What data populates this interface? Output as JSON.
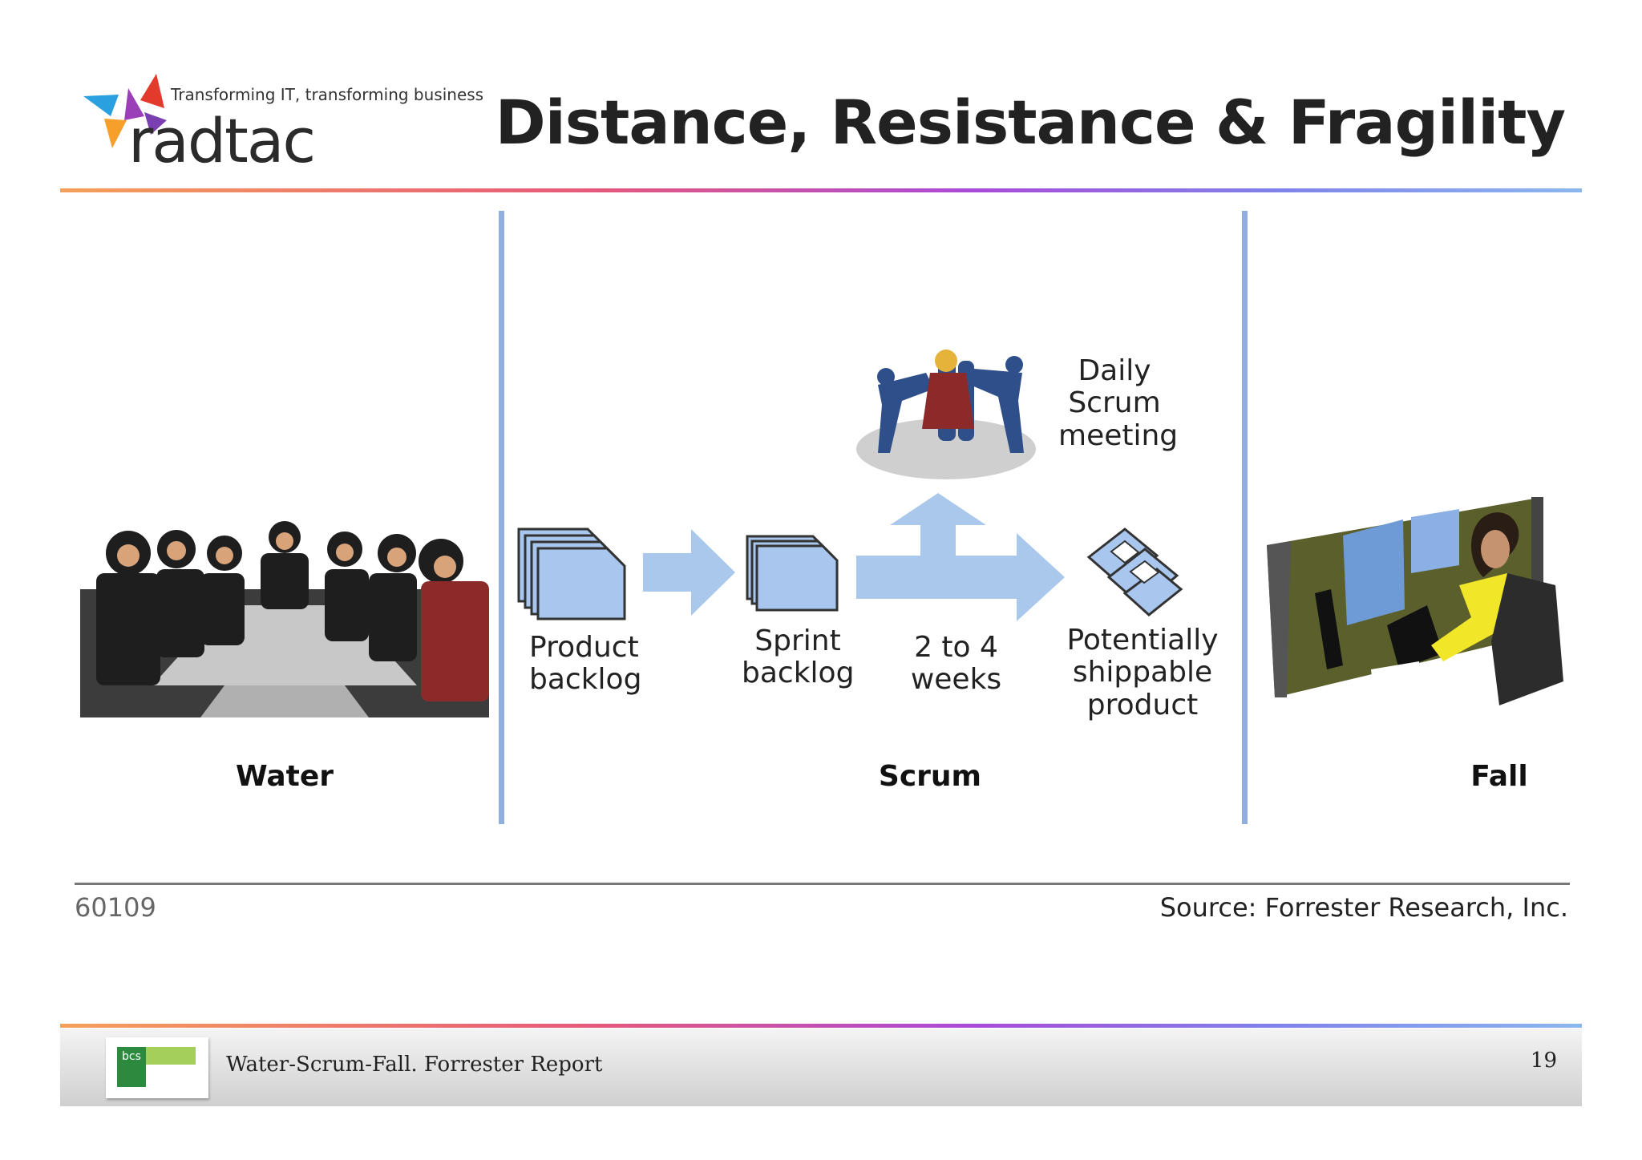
{
  "header": {
    "tagline": "Transforming IT, transforming business",
    "brand": "radtac",
    "title": "Distance, Resistance & Fragility"
  },
  "diagram": {
    "sections": {
      "water": "Water",
      "scrum": "Scrum",
      "fall": "Fall"
    },
    "labels": {
      "product_backlog": [
        "Product",
        "backlog"
      ],
      "sprint_backlog": [
        "Sprint",
        "backlog"
      ],
      "duration": "2 to 4 weeks",
      "daily_meeting": [
        "Daily",
        "Scrum",
        "meeting"
      ],
      "shippable": [
        "Potentially",
        "shippable",
        "product"
      ]
    },
    "figure_id": "60109",
    "source": "Source: Forrester Research, Inc."
  },
  "footer": {
    "badge_text": "bcs",
    "text": "Water-Scrum-Fall. Forrester Report",
    "page_number": "19"
  },
  "colors": {
    "accent_blue": "#8fb0de",
    "arrow_blue": "#a9c8ec",
    "doc_blue": "#a8c6ee"
  },
  "icons": [
    "logo-petals-icon",
    "meeting-room-illustration",
    "documents-icon",
    "scrum-huddle-illustration",
    "floppy-disks-icon",
    "office-worker-illustration"
  ]
}
